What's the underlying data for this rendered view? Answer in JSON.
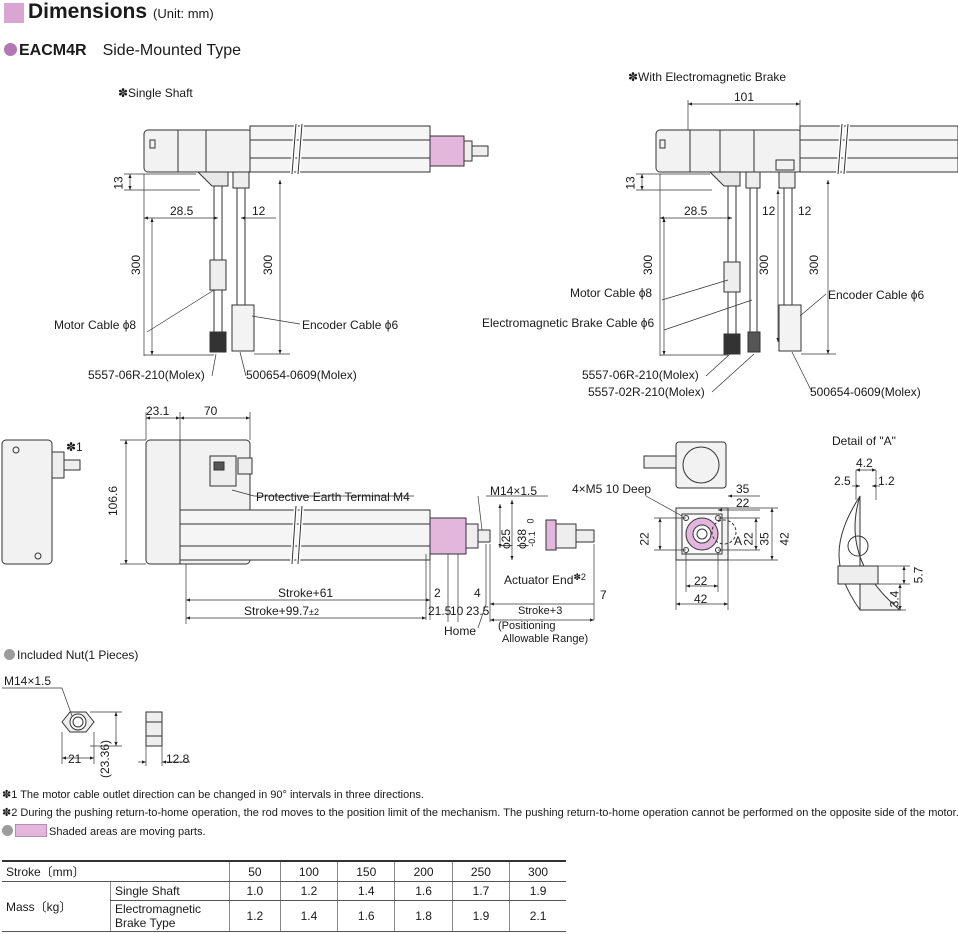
{
  "header": {
    "title": "Dimensions",
    "unit": "(Unit: mm)",
    "model_code": "EACM4R",
    "model_type": "Side-Mounted Type"
  },
  "views": {
    "single_shaft": {
      "caption": "✽Single Shaft",
      "dims": [
        "13",
        "28.5",
        "12",
        "300",
        "300"
      ],
      "motor_cable": "Motor Cable ϕ8",
      "encoder_cable": "Encoder Cable ϕ6",
      "motor_connector": "5557-06R-210(Molex)",
      "encoder_connector": "500654-0609(Molex)"
    },
    "brake": {
      "caption": "✽With Electromagnetic Brake",
      "dims": [
        "101",
        "13",
        "28.5",
        "12",
        "12",
        "300",
        "300",
        "300"
      ],
      "motor_cable": "Motor Cable ϕ8",
      "brake_cable": "Electromagnetic Brake Cable ϕ6",
      "encoder_cable": "Encoder Cable ϕ6",
      "motor_connector": "5557-06R-210(Molex)",
      "brake_connector": "5557-02R-210(Molex)",
      "encoder_connector": "500654-0609(Molex)"
    },
    "main": {
      "dims_top": [
        "23.1",
        "70"
      ],
      "height": "106.6",
      "note_mark": "✽1",
      "pe_terminal": "Protective Earth Terminal M4",
      "rod_thread": "M14×1.5",
      "rod_dia_25": "ϕ25",
      "rod_dia_38": "ϕ38",
      "tol_38_top": "0",
      "tol_38_bot": "-0.1",
      "stroke_61": "Stroke+61",
      "stroke_997": "Stroke+99.7",
      "stroke_997_tol": "±2",
      "dim_2": "2",
      "dim_4": "4",
      "dim_7": "7",
      "dim_215": "21.5",
      "dim_10": "10",
      "dim_235": "23.5",
      "actuator_end": "Actuator End",
      "actuator_end_mark": "✽2",
      "stroke_3": "Stroke+3",
      "home": "Home",
      "positioning": "(Positioning",
      "allowable": "Allowable Range)"
    },
    "end_view": {
      "holes": "4×M5 10 Deep",
      "dims": [
        "35",
        "22",
        "22",
        "22",
        "35",
        "42",
        "22",
        "42"
      ],
      "detail_marker": "A"
    },
    "detail": {
      "caption": "Detail of \"A\"",
      "dims": [
        "4.2",
        "2.5",
        "1.2",
        "5.7",
        "3.4"
      ]
    },
    "nut": {
      "caption": "Included Nut(1 Pieces)",
      "thread": "M14×1.5",
      "dims": [
        "21",
        "(23.36)",
        "12.8"
      ]
    }
  },
  "notes": [
    "✽1  The motor cable outlet direction can be changed in 90° intervals in three directions.",
    "✽2  During the pushing return-to-home operation, the rod moves to the position limit of the mechanism. The pushing return-to-home operation cannot be performed on the opposite side of the motor.",
    "Shaded areas are moving parts."
  ],
  "table": {
    "stroke_header": "Stroke〔mm〕",
    "strokes": [
      "50",
      "100",
      "150",
      "200",
      "250",
      "300"
    ],
    "mass_header": "Mass〔kg〕",
    "rows": [
      {
        "label": "Single Shaft",
        "values": [
          "1.0",
          "1.2",
          "1.4",
          "1.6",
          "1.7",
          "1.9"
        ]
      },
      {
        "label_line1": "Electromagnetic",
        "label_line2": "Brake Type",
        "values": [
          "1.2",
          "1.4",
          "1.6",
          "1.8",
          "1.9",
          "2.1"
        ]
      }
    ]
  },
  "colors": {
    "moving_part": "#e3b6dd",
    "title_swatch": "#d9a5d3",
    "bullet": "#b377b6"
  }
}
